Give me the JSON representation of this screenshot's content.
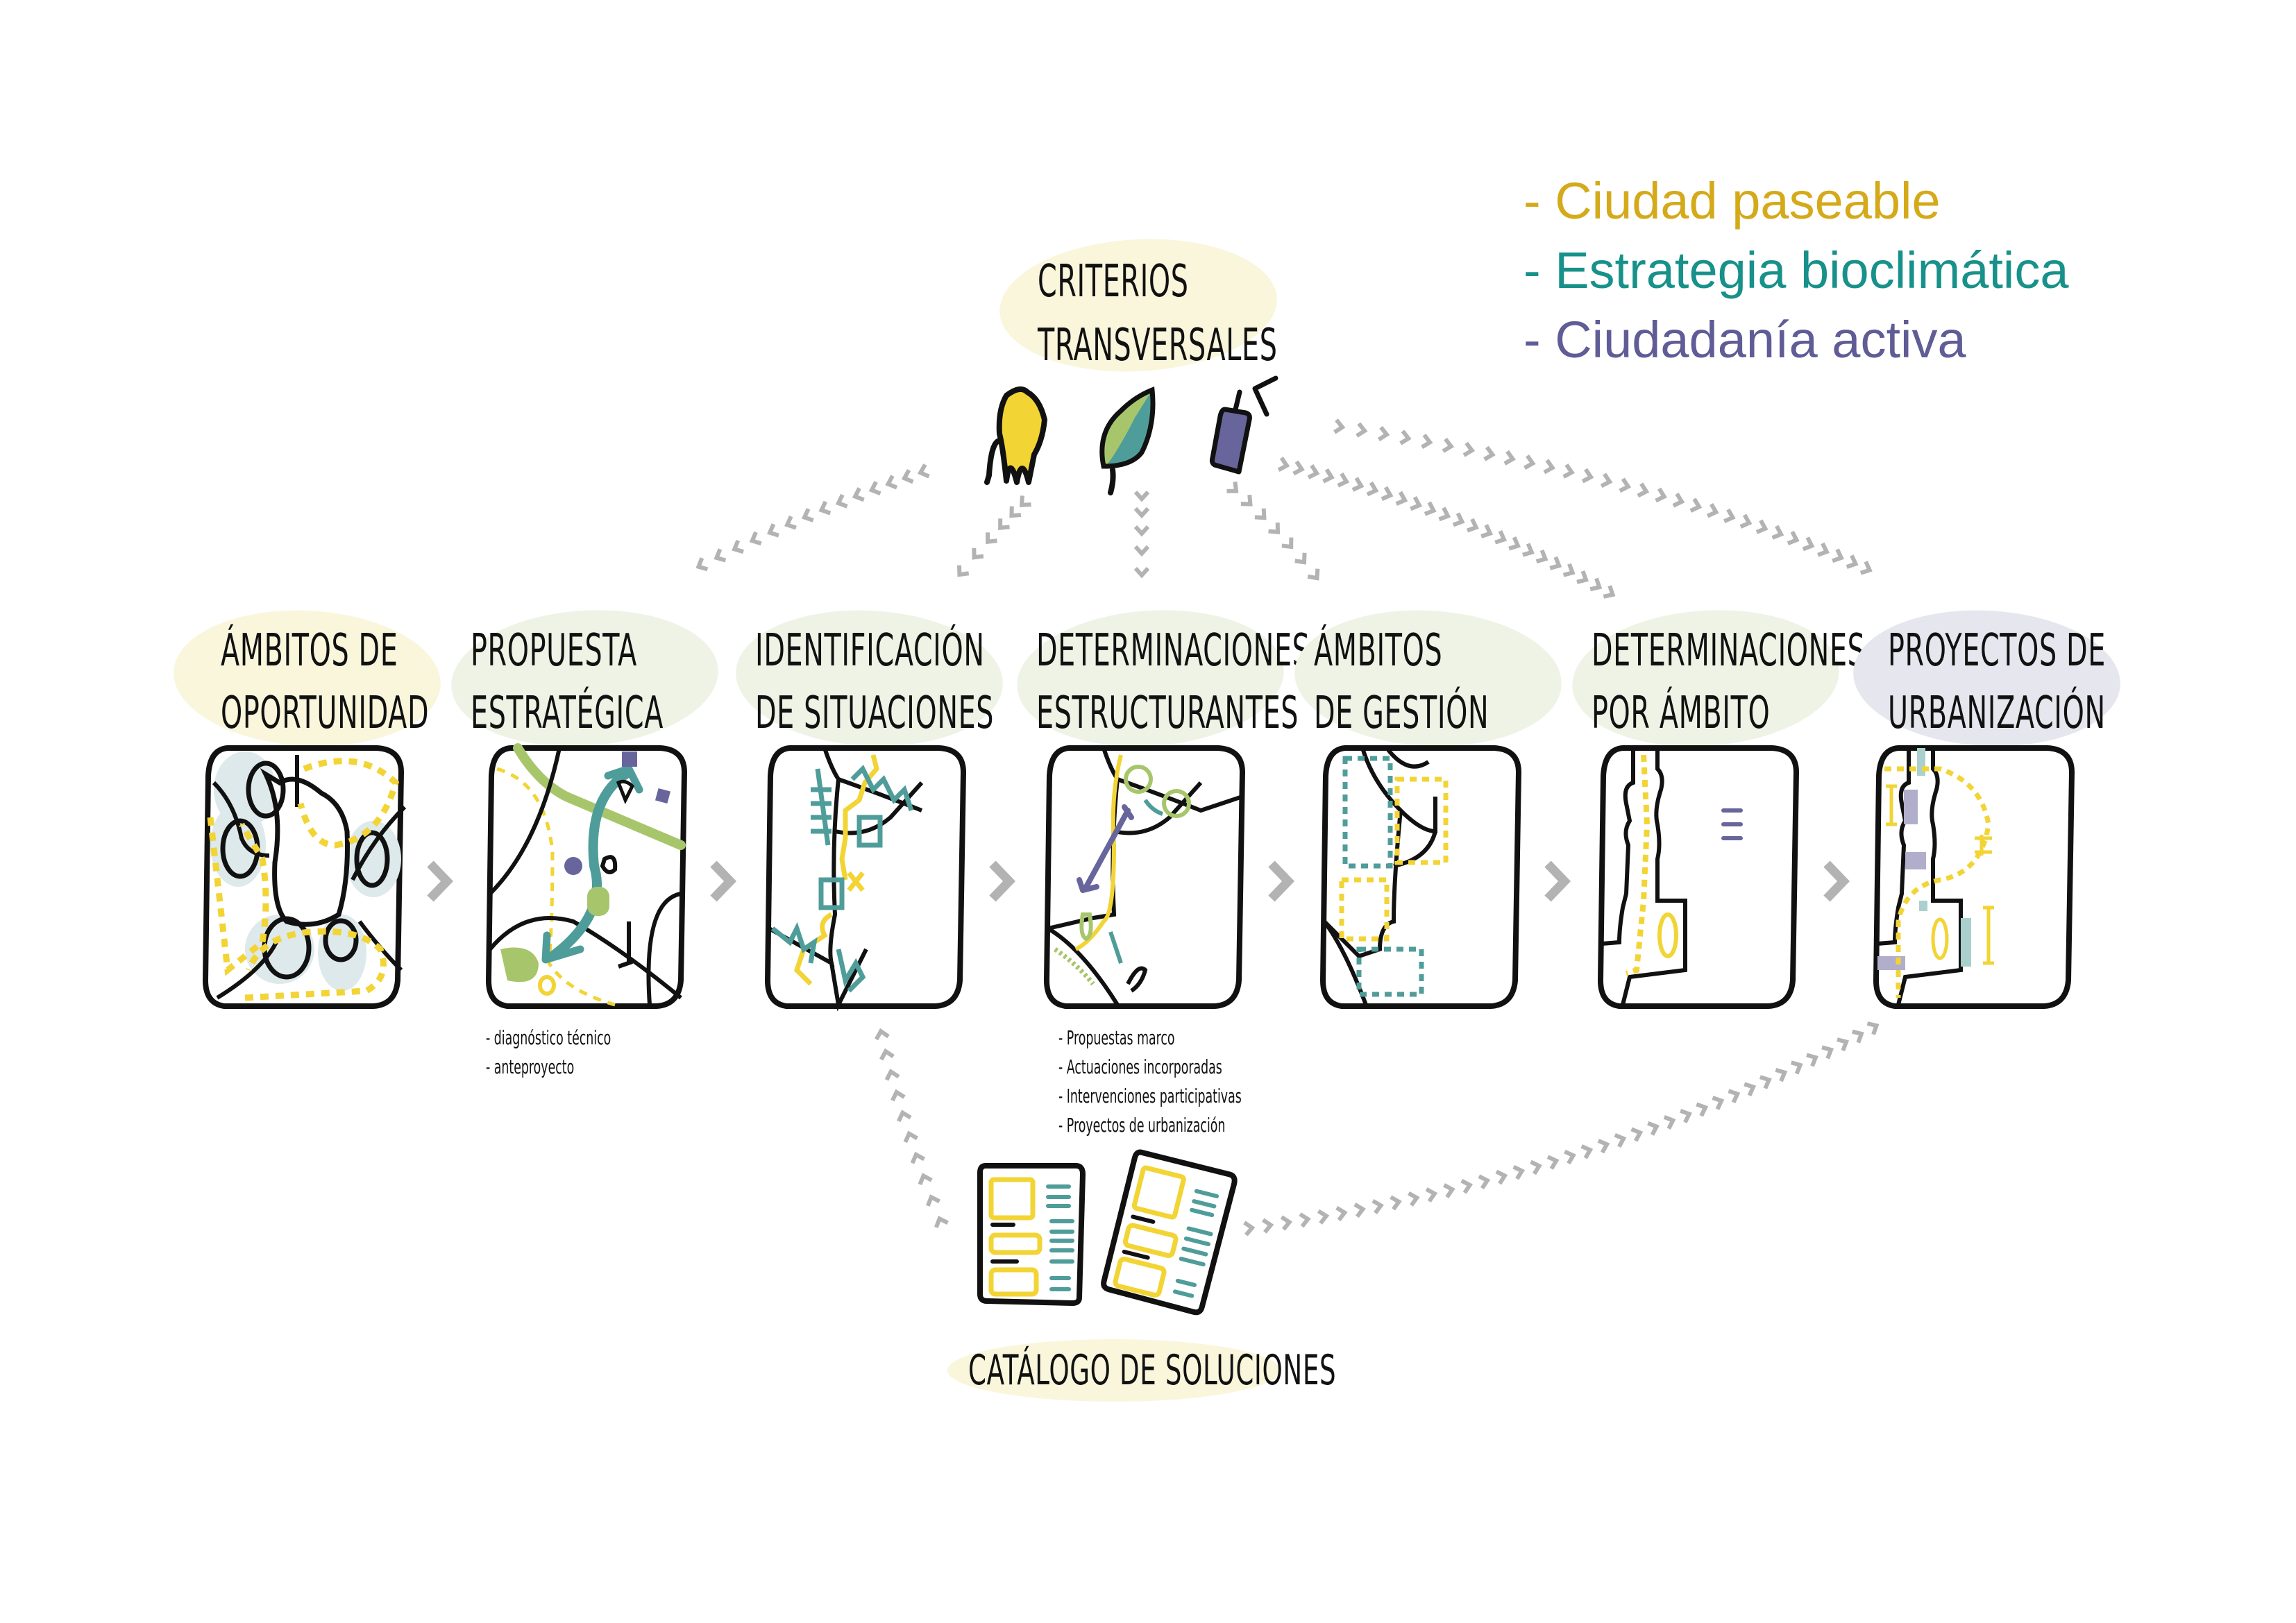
{
  "colors": {
    "yellow": "#f2d435",
    "teal": "#4f9d9a",
    "purple": "#67659c",
    "green": "#a7c66c",
    "gray_arrow": "#b3b3b3",
    "bubble_cream": "#faf6dc",
    "bubble_green": "#eef3e6",
    "bubble_lavender": "#e6e6ee",
    "legend_yellow": "#d4aa1a",
    "legend_teal": "#17918a",
    "legend_purple": "#5f5c96"
  },
  "legend": {
    "items": [
      {
        "label": "- Ciudad paseable",
        "color": "#d4aa1a"
      },
      {
        "label": "- Estrategia bioclimática",
        "color": "#17918a"
      },
      {
        "label": "- Ciudadanía activa",
        "color": "#5f5c96"
      }
    ]
  },
  "criterios": {
    "line1": "Criterios",
    "line2": "transversales",
    "icons": [
      "walking-person-icon",
      "leaf-icon",
      "megaphone-icon"
    ]
  },
  "steps": [
    {
      "line1": "Ámbitos de",
      "line2": "oportunidad",
      "bubble": "cream"
    },
    {
      "line1": "propuesta",
      "line2": "estratégica",
      "bubble": "green",
      "notes": [
        "- diagnóstico técnico",
        "- anteproyecto"
      ]
    },
    {
      "line1": "identificación",
      "line2": "de situaciones",
      "bubble": "green"
    },
    {
      "line1": "determinaciones",
      "line2": "estructurantes",
      "bubble": "green",
      "notes": [
        "- Propuestas marco",
        "- Actuaciones incorporadas",
        "- Intervenciones participativas",
        "- Proyectos de urbanización"
      ]
    },
    {
      "line1": "Ámbitos",
      "line2": "de gestión",
      "bubble": "green"
    },
    {
      "line1": "determinaciones",
      "line2": "por ámbito",
      "bubble": "green"
    },
    {
      "line1": "Proyectos de",
      "line2": "urbanización",
      "bubble": "lavender"
    }
  ],
  "catalogo": {
    "label": "Catálogo de soluciones",
    "icon": "document-sheets-icon"
  },
  "connector": "chevron-right-icon"
}
